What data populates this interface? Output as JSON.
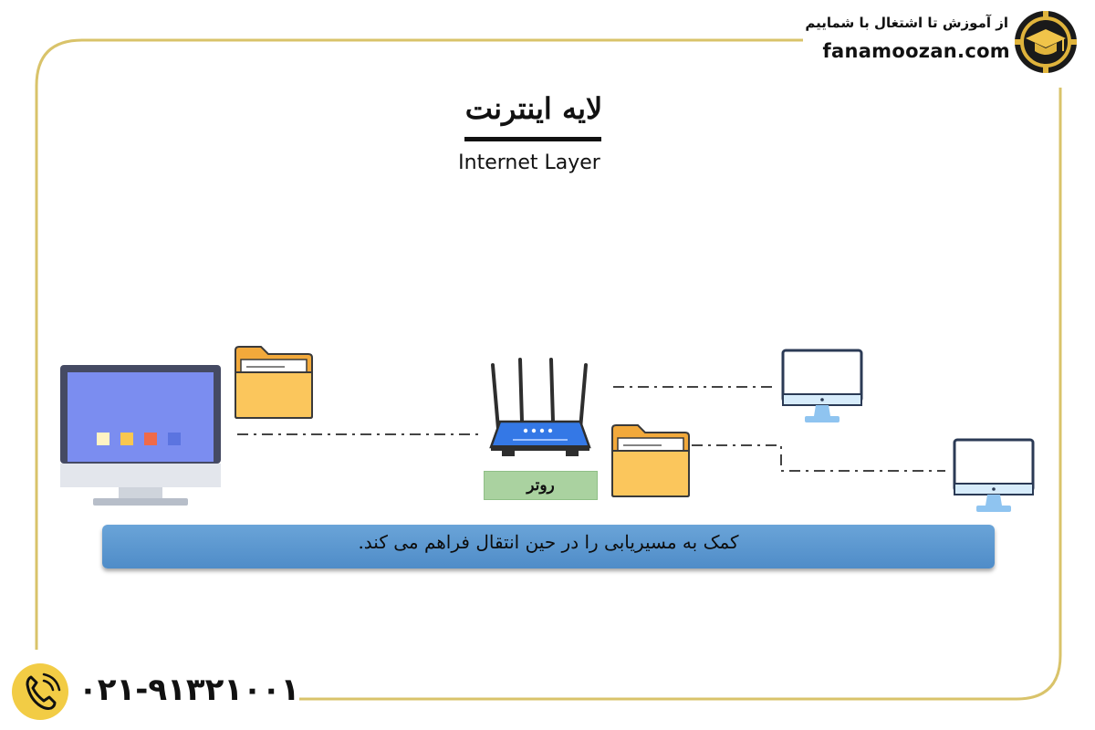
{
  "brand": {
    "slogan": "از آموزش تا اشتغال با شماییم",
    "website": "fanamoozan.com",
    "logo_icon": "graduation-cap-gear-icon"
  },
  "title": {
    "persian": "لایه اینترنت",
    "english": "Internet Layer"
  },
  "diagram": {
    "router_label": "روتر",
    "description": "کمک به مسیریابی را در حین انتقال فراهم می کند.",
    "icons": [
      "desktop-monitor-icon",
      "folder-icon",
      "router-icon",
      "folder-icon",
      "monitor-icon",
      "monitor-icon"
    ]
  },
  "footer": {
    "phone": "۰۲۱-۹۱۳۲۱۰۰۱",
    "phone_icon": "phone-icon"
  },
  "colors": {
    "frame_gold": "#d9c36a",
    "phone_badge": "#f2cc45",
    "banner_blue": "#5b97d0",
    "router_label_green": "#aad2a0",
    "folder_yellow": "#fbc65c",
    "router_blue": "#3478e6"
  }
}
